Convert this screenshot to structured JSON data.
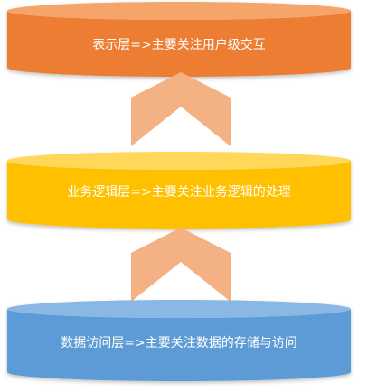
{
  "layers": [
    {
      "label": "表示层=>主要关注用户级交互",
      "color": "#ED7D31"
    },
    {
      "label": "业务逻辑层=>主要关注业务逻辑的处理",
      "color": "#FFC000"
    },
    {
      "label": "数据访问层=>主要关注数据的存储与访问",
      "color": "#5B9BD5"
    }
  ],
  "arrow_color": "#F4B183"
}
